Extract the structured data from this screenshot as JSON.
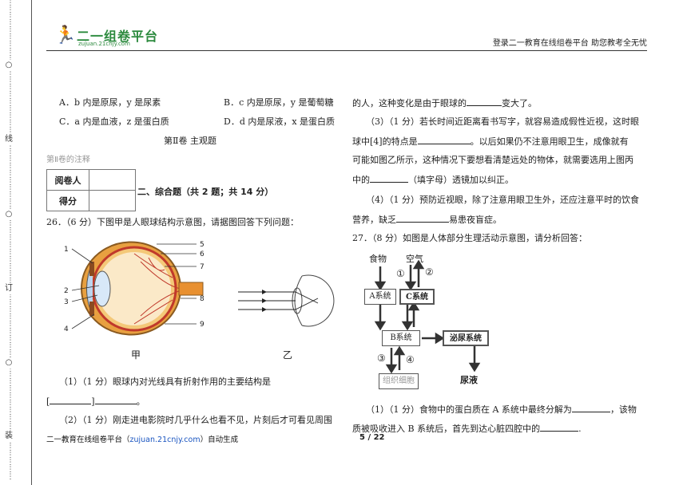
{
  "binding": {
    "marks": [
      "○",
      "线",
      "○",
      "订",
      "○",
      "装"
    ]
  },
  "header": {
    "logo_name": "二一组卷平台",
    "logo_url": "zujuan.21cnjy.com",
    "slogan": "登录二一教育在线组卷平台  助您教考全无忧"
  },
  "left": {
    "option_a": "A．b 内是原尿，y 是尿素",
    "option_b": "B．c 内是原尿，y 是葡萄糖",
    "option_c": "C．a 内是血液，z 是蛋白质",
    "option_d": "D．d 内是尿液，x 是蛋白质",
    "part_title": "第Ⅱ卷  主观题",
    "part_note": "第Ⅱ卷的注释",
    "score_reviewer": "阅卷人",
    "score_points": "得分",
    "section_title": "二、综合题（共 2 题；共 14 分）",
    "q26_stem": "26．（6 分）下图甲是人眼球结构示意图，请据图回答下列问题：",
    "eye_numbers": [
      "1",
      "2",
      "3",
      "4",
      "5",
      "6",
      "7",
      "8",
      "9"
    ],
    "fig_jia": "甲",
    "fig_yi": "乙",
    "q26_1": "（1）（1 分）眼球内对光线具有折射作用的主要结构是",
    "q26_1b_open": "[",
    "q26_1b_close": "]",
    "q26_1b_end": "。",
    "q26_2": "（2）（1 分）刚走进电影院时几乎什么也看不见，片刻后才可看见周围"
  },
  "right": {
    "q26_2_cont_a": "的人，这种变化是由于眼球的",
    "q26_2_cont_b": "变大了。",
    "q26_3_a": "（3）（1 分）若长时间近距离看书写字，就容易造成假性近视，这时眼",
    "q26_3_b1": "球中[4]的特点是",
    "q26_3_b2": "。以后如果仍不注意用眼卫生，成像就有",
    "q26_3_c": "可能如图乙所示，这种情况下要想看清楚远处的物体，就需要选用上图丙",
    "q26_3_d1": "中的",
    "q26_3_d2": "（填字母）透镜加以纠正。",
    "q26_4_a": "（4）（1 分）预防近视眼，除了注意用眼卫生外，还应注意平时的饮食",
    "q26_4_b1": "营养，缺乏",
    "q26_4_b2": "易患夜盲症。",
    "q27_stem": "27．（8 分）如图是人体部分生理活动示意图，请分析回答：",
    "flow_food": "食物",
    "flow_air": "空气",
    "flow_a": "A系统",
    "flow_c": "C系统",
    "flow_b": "B系统",
    "flow_urinary": "泌尿系统",
    "flow_urine": "尿液",
    "flow_tissue": "组织细胞",
    "flow_n1": "①",
    "flow_n2": "②",
    "flow_n3": "③",
    "flow_n4": "④",
    "q27_1_a1": "（1）（1 分）食物中的蛋白质在 A 系统中最终分解为",
    "q27_1_a2": "，该物",
    "q27_1_b1": "质被吸收进入 B 系统后，首先到达心脏四腔中的",
    "q27_1_b2": "."
  },
  "footer": {
    "prefix": "二一教育在线组卷平台（",
    "url": "zujuan.21cnjy.com",
    "suffix": "）自动生成",
    "page": "5 / 22"
  },
  "colors": {
    "logo_green": "#2c8a3e",
    "link_blue": "#1a55c0",
    "eye_red": "#c0392b",
    "eye_orange": "#e8a040"
  }
}
